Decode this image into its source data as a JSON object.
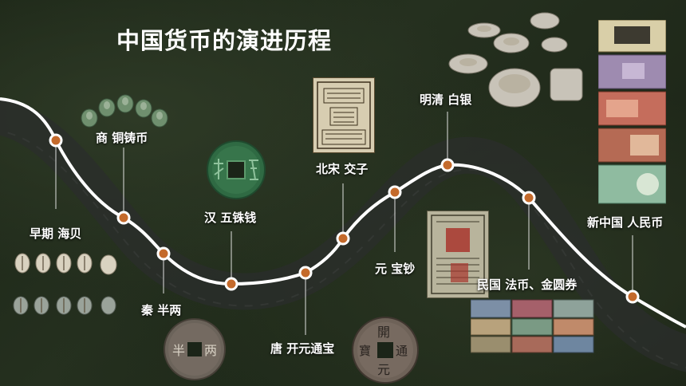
{
  "title": "中国货币的演进历程",
  "timeline": [
    {
      "label": "早期 海贝"
    },
    {
      "label": "商 铜铸币"
    },
    {
      "label": "秦 半两"
    },
    {
      "label": "汉 五铢钱"
    },
    {
      "label": "唐 开元通宝"
    },
    {
      "label": "北宋 交子"
    },
    {
      "label": "元 宝钞"
    },
    {
      "label": "明清 白银"
    },
    {
      "label": "民国 法币、金圆券"
    },
    {
      "label": "新中国 人民币"
    }
  ],
  "coin_text": {
    "banliang": "半两",
    "kaiyuan": "開元通寶"
  },
  "colors": {
    "accent": "#c46a2b",
    "road": "#ffffff",
    "text": "#ffffff"
  }
}
